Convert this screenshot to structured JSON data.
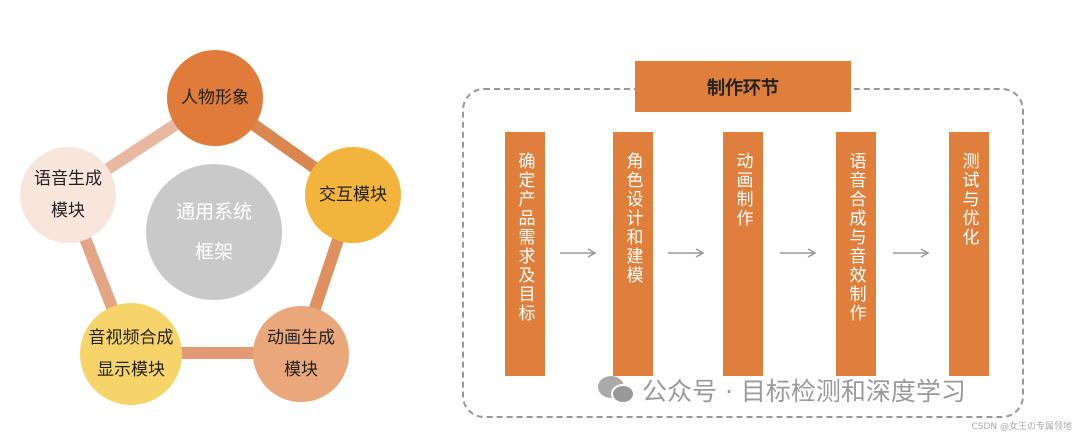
{
  "framework": {
    "center": "通用系统\n框架",
    "nodes": [
      {
        "label": "人物形象",
        "color": "#e07b39"
      },
      {
        "label": "交互模块",
        "color": "#f2b43d"
      },
      {
        "label": "动画生成\n模块",
        "color": "#eaa77c"
      },
      {
        "label": "音视频合成\n显示模块",
        "color": "#f7d46a"
      },
      {
        "label": "语音生成\n模块",
        "color": "#f8e6dc"
      }
    ]
  },
  "process": {
    "title": "制作环节",
    "steps": [
      "确定产品需求及目标",
      "角色设计和建模",
      "动画制作",
      "语音合成与音效制作",
      "测试与优化"
    ]
  },
  "watermark": {
    "text": "公众号 · 目标检测和深度学习",
    "credit": "CSDN @女王の专属领地"
  }
}
